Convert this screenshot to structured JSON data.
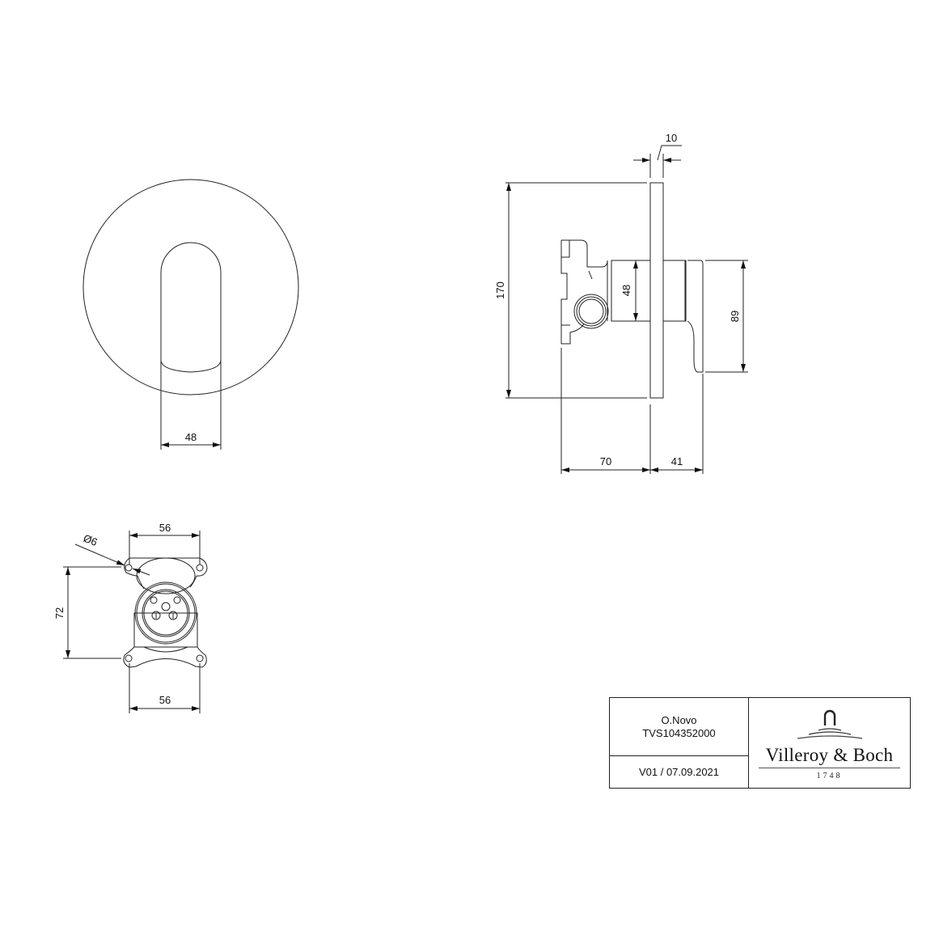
{
  "drawing": {
    "front_view": {
      "dimensions": {
        "handle_width": "48"
      }
    },
    "side_view": {
      "dimensions": {
        "plate_thickness": "10",
        "plate_height": "170",
        "body_height": "48",
        "handle_height": "89",
        "depth_behind": "70",
        "depth_front": "41"
      }
    },
    "rear_view": {
      "dimensions": {
        "hole_diameter": "Ø6",
        "top_hole_spacing": "56",
        "bottom_hole_spacing": "56",
        "vertical_hole_spacing": "72"
      }
    }
  },
  "title_block": {
    "product_name": "O.Novo",
    "article_number": "TVS104352000",
    "version_date": "V01 / 07.09.2021",
    "brand": "Villeroy & Boch",
    "brand_year": "1748",
    "logo_icon": "faucet-arch-logo-icon"
  }
}
